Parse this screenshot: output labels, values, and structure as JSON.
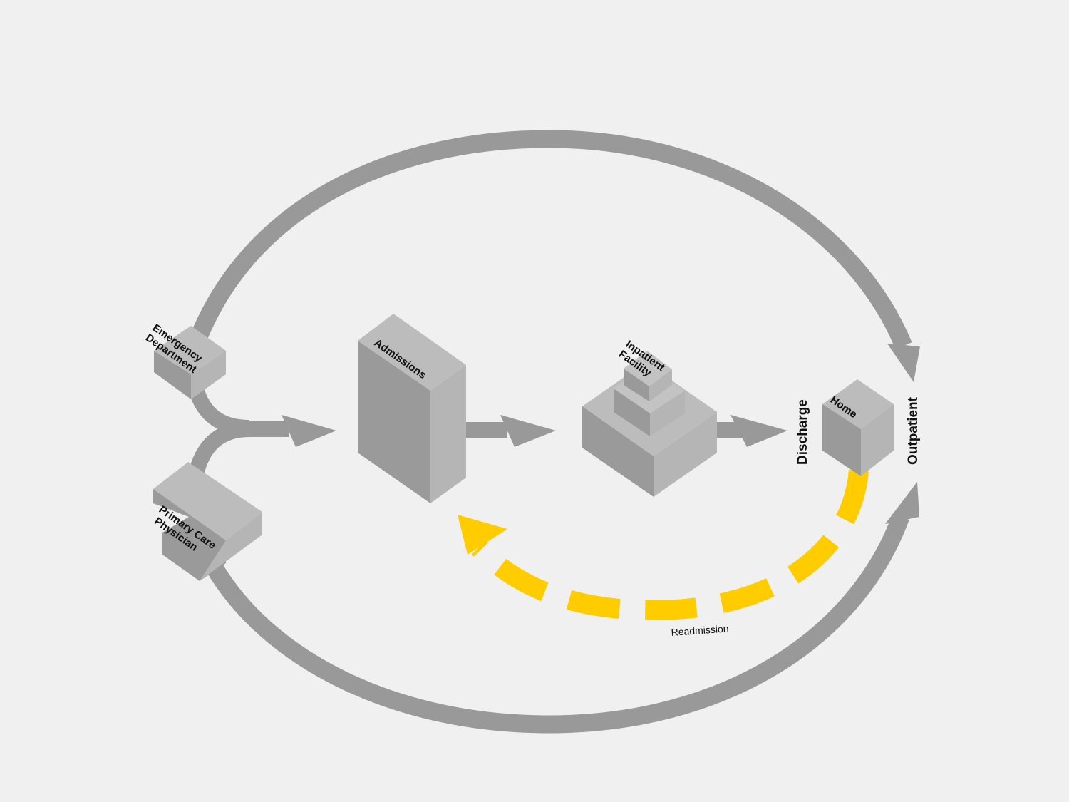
{
  "colors": {
    "background": "#f0f0f0",
    "flow_arrow": "#999999",
    "face_top": "#bcbcbc",
    "face_left": "#9a9a9a",
    "face_right": "#b5b5b5",
    "readmission": "#ffcc00"
  },
  "nodes": {
    "emergency": {
      "line1": "Emergency",
      "line2": "Department"
    },
    "primary_care": {
      "line1": "Primary Care",
      "line2": "Physician"
    },
    "admissions": {
      "label": "Admissions"
    },
    "inpatient": {
      "line1": "Inpatient",
      "line2": "Facility"
    },
    "home": {
      "label": "Home"
    }
  },
  "labels": {
    "discharge": "Discharge",
    "outpatient": "Outpatient",
    "readmission": "Readmission"
  }
}
